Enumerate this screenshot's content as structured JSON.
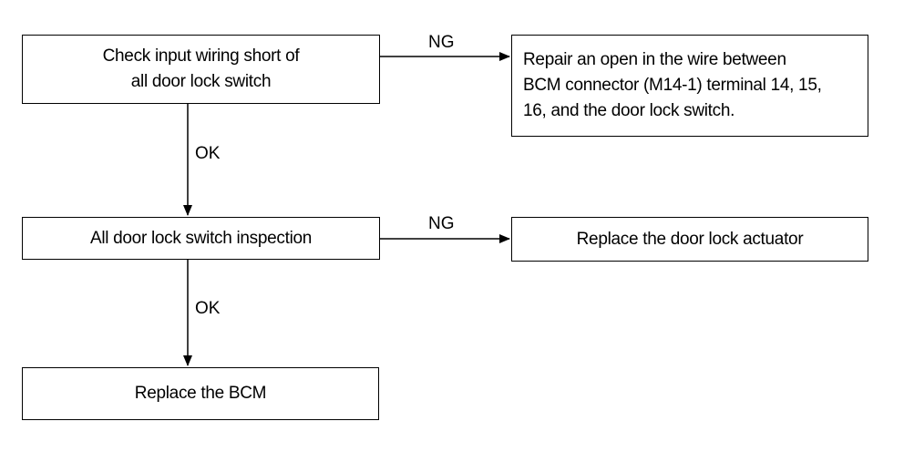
{
  "boxes": {
    "check_input": "Check input wiring short of\nall door lock switch",
    "repair_open": "Repair an open in the wire between\nBCM connector (M14-1) terminal 14, 15,\n16, and the door lock switch.",
    "switch_inspection": "All door lock switch inspection",
    "replace_actuator": "Replace the door lock actuator",
    "replace_bcm": "Replace the BCM"
  },
  "labels": {
    "ng_1": "NG",
    "ok_1": "OK",
    "ng_2": "NG",
    "ok_2": "OK"
  }
}
